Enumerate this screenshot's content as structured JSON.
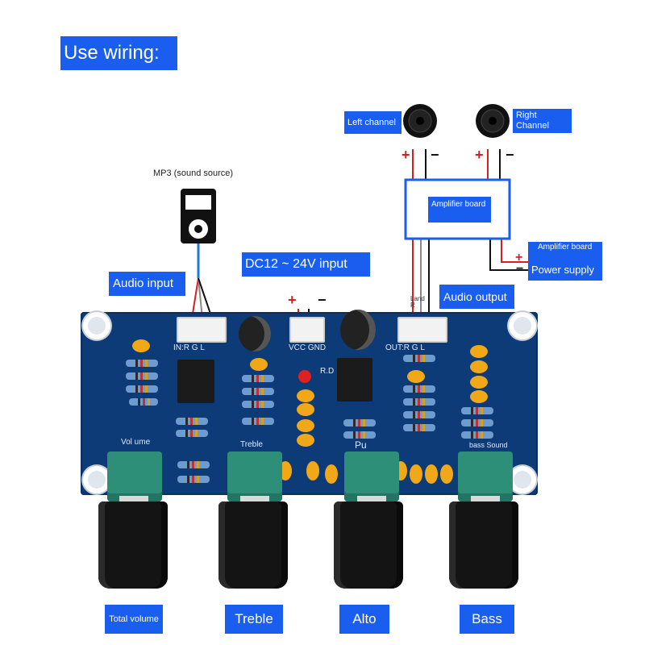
{
  "title": "Use wiring:",
  "mp3_label": "MP3 (sound source)",
  "audio_input_label": "Audio input",
  "dc_label": "DC12 ~ 24V input",
  "audio_output_label": "Audio output",
  "left_channel_label": "Left channel",
  "right_channel_label": "Right Channel",
  "amplifier_board_label": "Amplifier board",
  "amp_supply_label_top": "Amplifier board",
  "amp_supply_label_bottom": "Power supply",
  "polarity": {
    "plus": "+",
    "minus": "−"
  },
  "silk": {
    "in": "IN:R  G  L",
    "vcc": "VCC  GND",
    "out": "OUT:R  G  L",
    "led": "R.D",
    "volume": "Vol ume",
    "treble": "Treble",
    "pu": "Pu",
    "bass": "bass Sound",
    "out_small": "Land R"
  },
  "controls": [
    "Total volume",
    "Treble",
    "Alto",
    "Bass"
  ],
  "colors": {
    "label_blue": "#1a5ef0",
    "board_blue": "#0d3b78",
    "wire_red": "#d42020",
    "wire_blue": "#1e7ad8"
  }
}
